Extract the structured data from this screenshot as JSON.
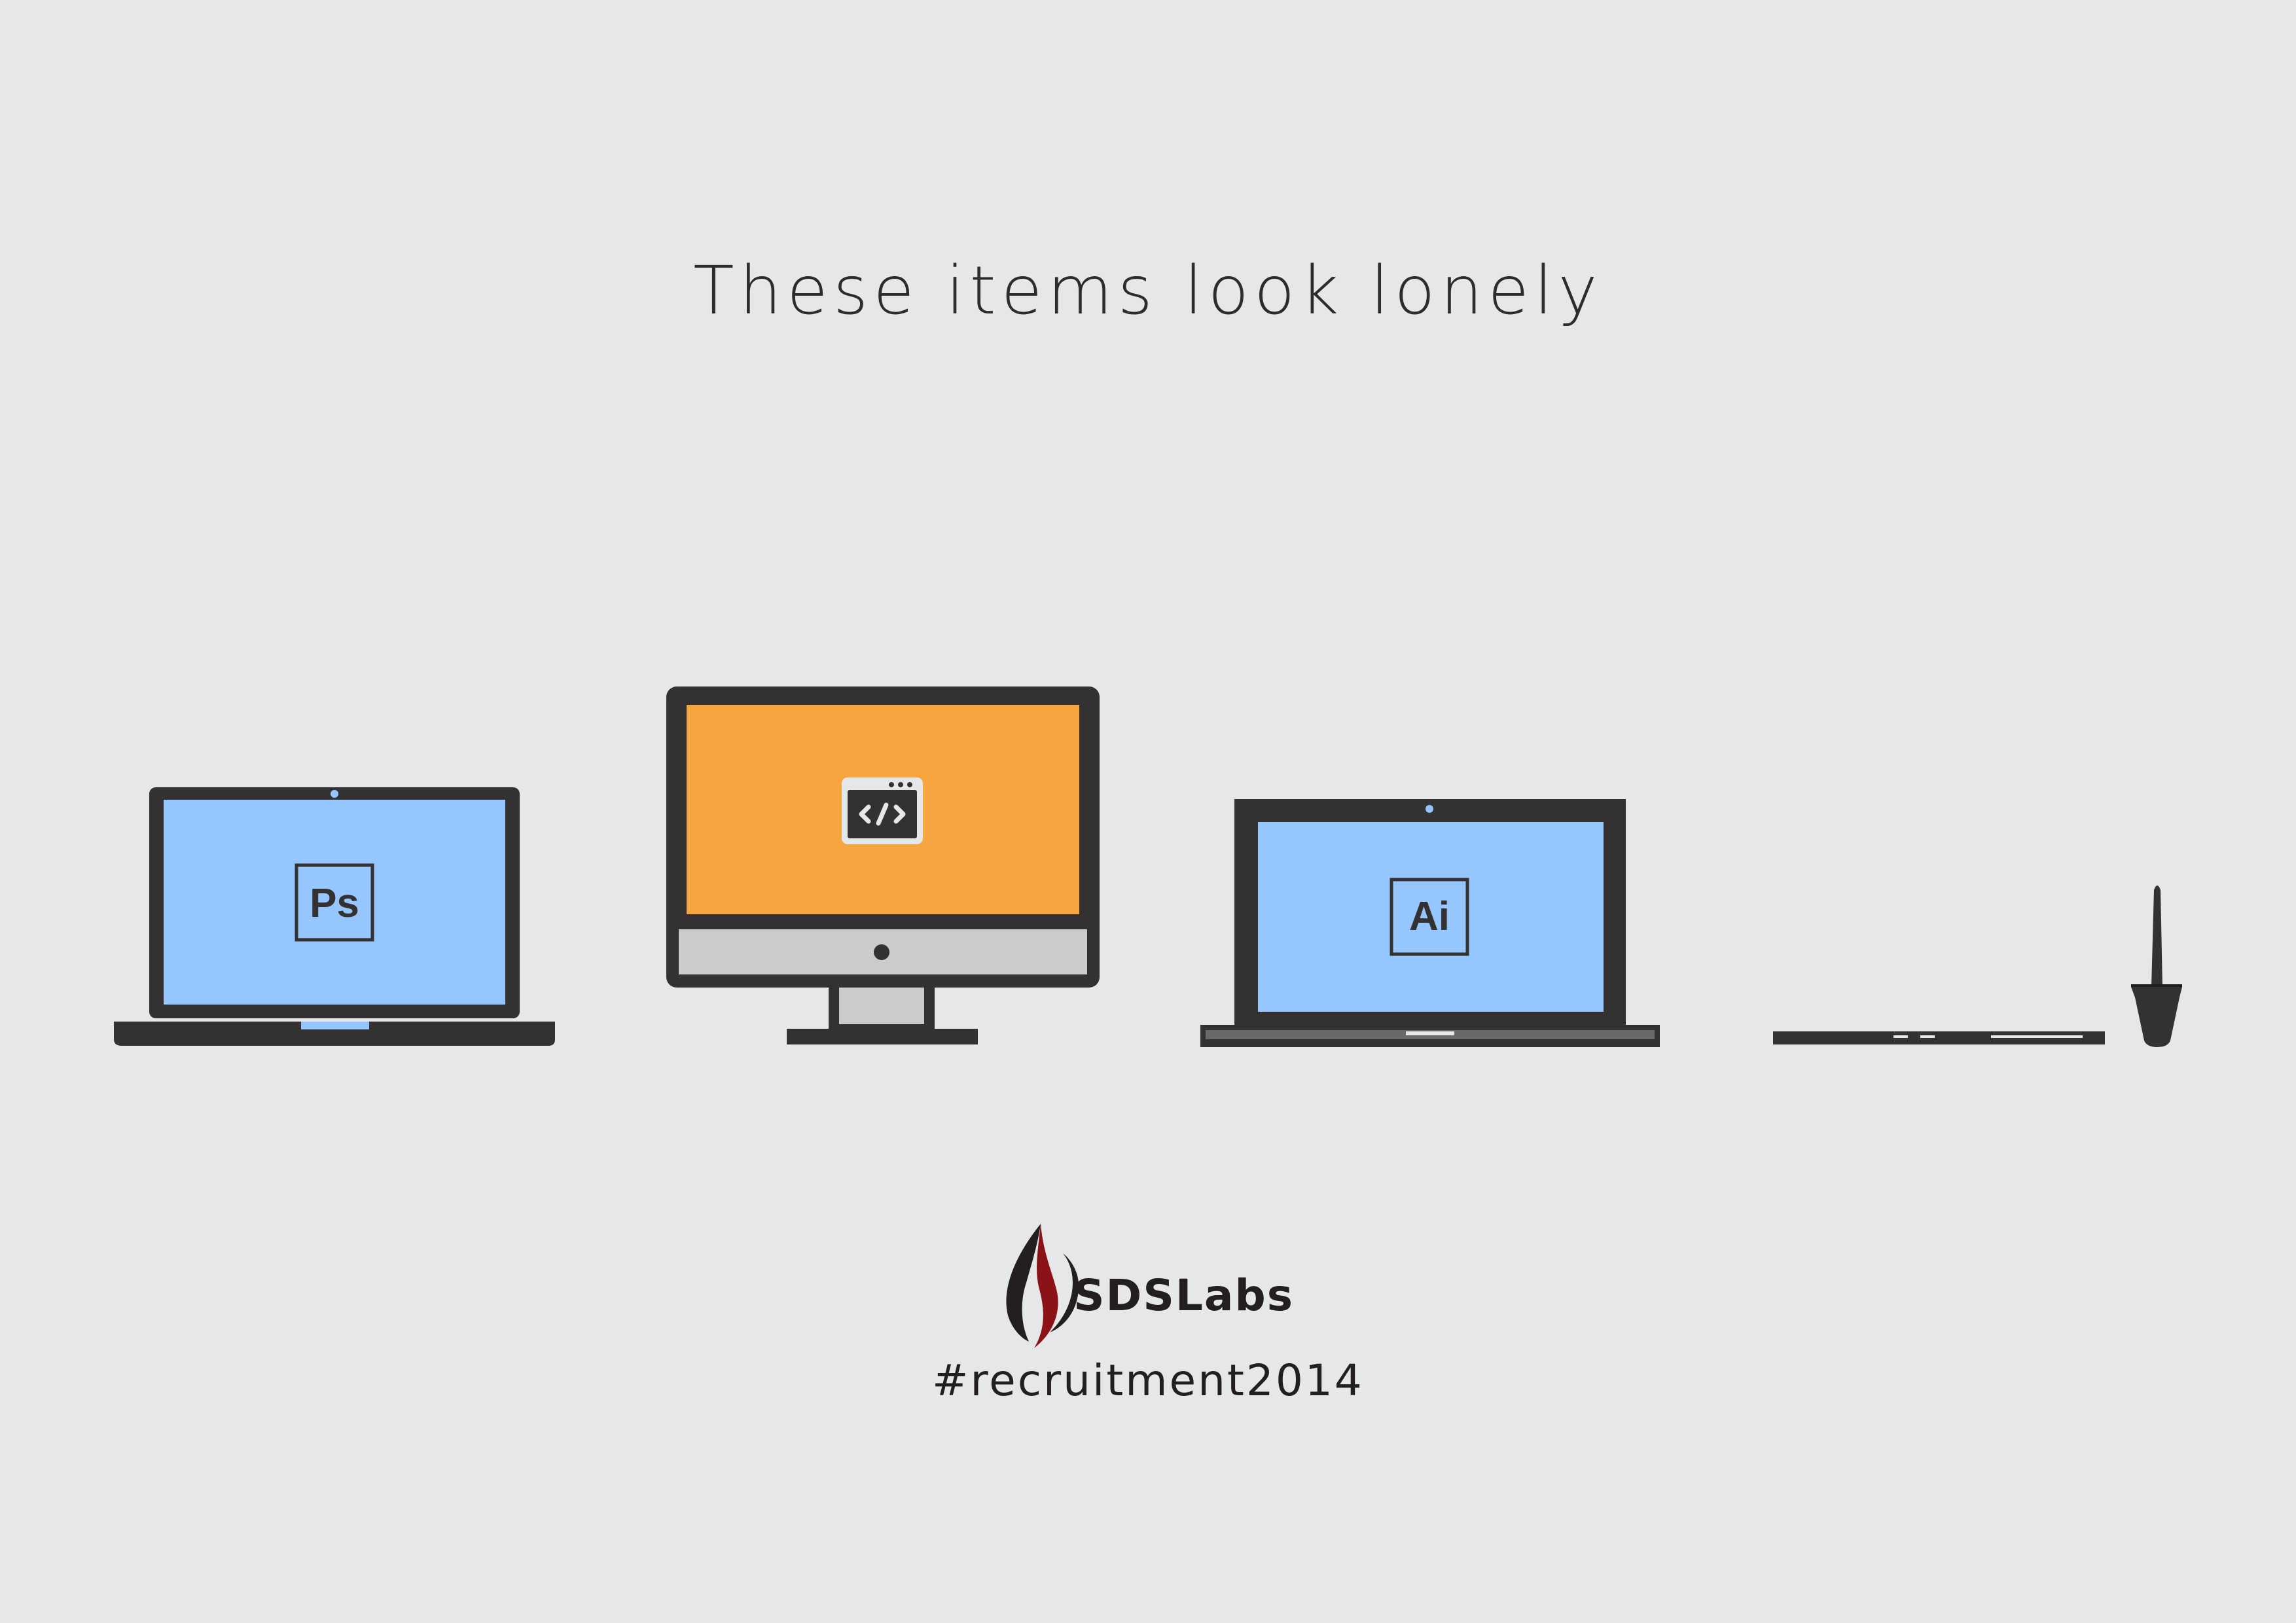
{
  "headline": "These items look lonely",
  "devices": {
    "laptop_left": {
      "app_label": "Ps",
      "screen_color": "#95c7fe"
    },
    "desktop_monitor": {
      "screen_color": "#f7a540",
      "icon": "code-window-icon"
    },
    "laptop_right": {
      "app_label": "Ai",
      "screen_color": "#95c7fe"
    },
    "drawing_tablet": {
      "icon": "stylus-pen-icon"
    }
  },
  "brand": {
    "name": "SDSLabs",
    "logo": "sdslabs-flame-logo",
    "hashtag": "#recruitment2014"
  },
  "colors": {
    "background": "#e6e7e9",
    "device_frame": "#343132",
    "text": "#231f20",
    "logo_red": "#8b1216"
  }
}
